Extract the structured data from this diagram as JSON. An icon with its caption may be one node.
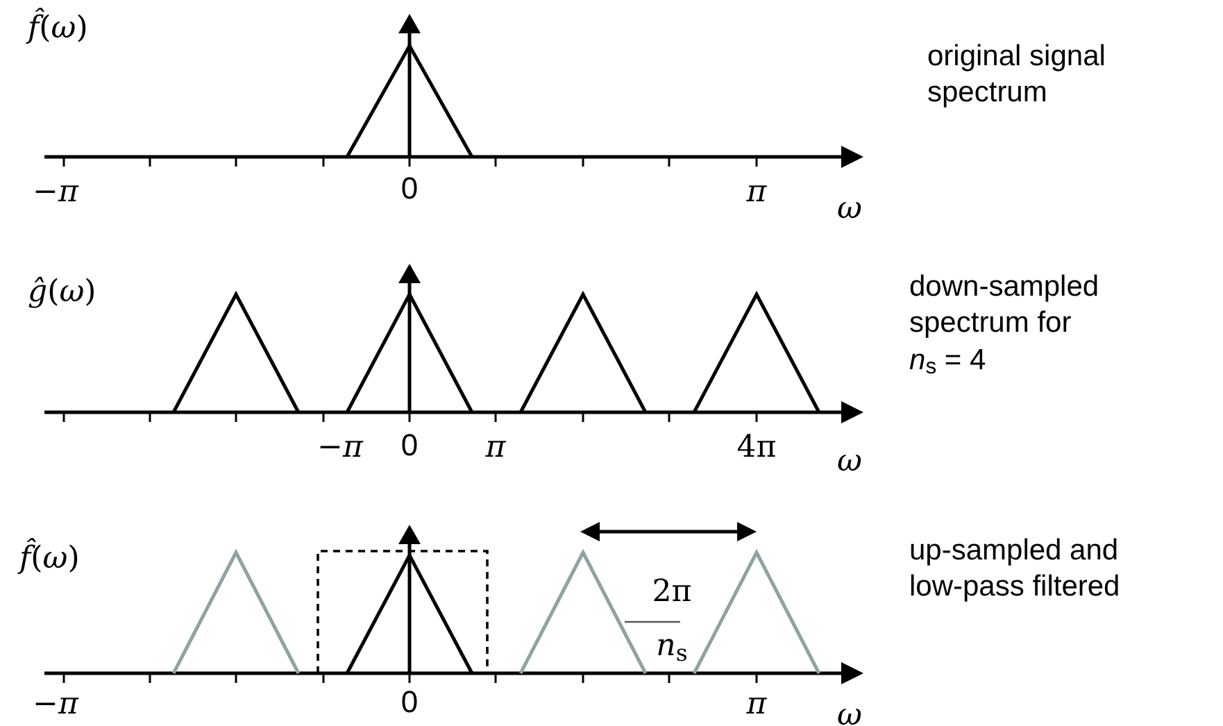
{
  "diagram": {
    "labels": [
      "*f̂*(*ω*)",
      "original signal spectrum",
      "−*π*",
      "0",
      "*π*",
      "*ω*",
      "*ĝ*(*ω*)",
      "down-sampled spectrum for *n*$_{s}$ = 4",
      "−*π*",
      "0",
      "*π*",
      "4π",
      "*ω*",
      "*f̂*(*ω*)",
      "up-sampled and low-pass filtered",
      "2π",
      "*n*$_{s}$",
      "−*π*",
      "0",
      "*π*",
      "*ω*"
    ]
  }
}
